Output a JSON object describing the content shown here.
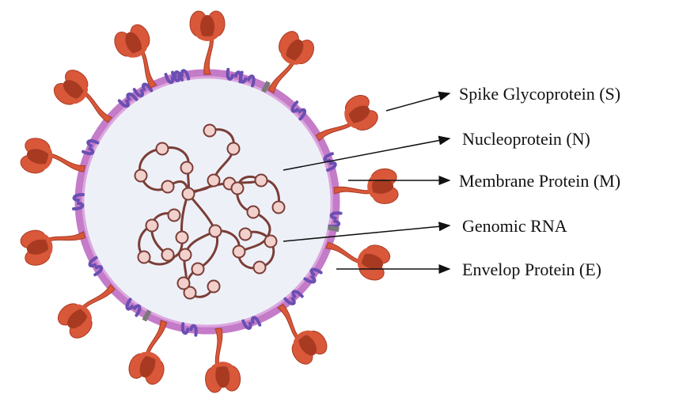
{
  "labels": {
    "spike": "Spike Glycoprotein (S)",
    "nucleoprotein": "Nucleoprotein (N)",
    "membrane": "Membrane Protein (M)",
    "rna": "Genomic RNA",
    "envelope": "Envelop Protein (E)"
  },
  "colors": {
    "envelope_ring": "#c47bc8",
    "interior": "#eef0f8",
    "spike": "#d9583a",
    "spike_dark": "#a83a22",
    "membrane_protein": "#6a4fb3",
    "envelope_protein": "#7a7a7a",
    "rna": "#7a3e36",
    "nucleoprotein": "#f2d0cc"
  }
}
